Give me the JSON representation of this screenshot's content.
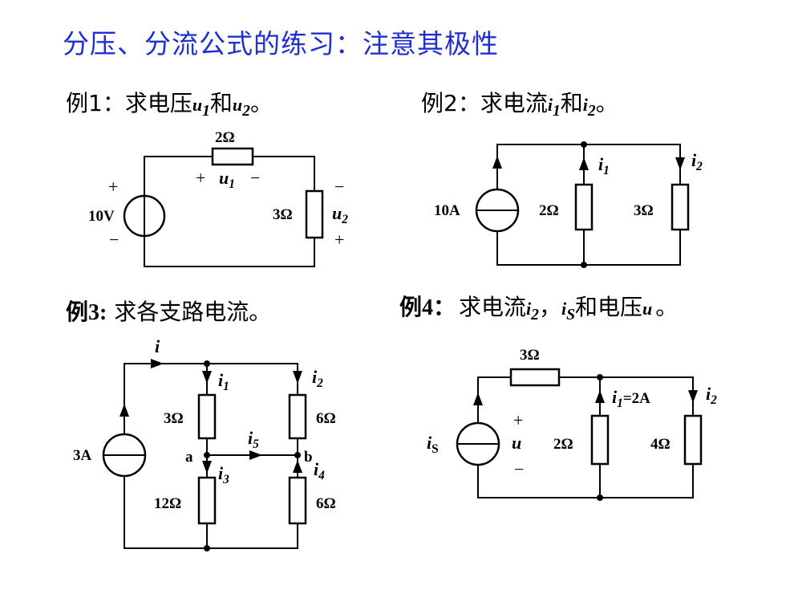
{
  "title": "分压、分流公式的练习：注意其极性",
  "examples": [
    {
      "id": "ex1",
      "heading": {
        "prefix": "例1：求电压",
        "v1": "u",
        "v1_sub": "1",
        "mid": "和",
        "v2": "u",
        "v2_sub": "2",
        "suffix": "。"
      },
      "source_label": "10V",
      "source_plus": "+",
      "source_minus": "−",
      "r_top": "2Ω",
      "r_top_plus": "+",
      "r_top_var": "u",
      "r_top_var_sub": "1",
      "r_top_minus": "−",
      "r_right": "3Ω",
      "r_right_minus": "−",
      "r_right_var": "u",
      "r_right_var_sub": "2",
      "r_right_plus": "+"
    },
    {
      "id": "ex2",
      "heading": {
        "prefix": "例2：求电流",
        "v1": "i",
        "v1_sub": "1",
        "mid": "和",
        "v2": "i",
        "v2_sub": "2",
        "suffix": "。"
      },
      "source_label": "10A",
      "r1": "2Ω",
      "r2": "3Ω",
      "i1": "i",
      "i1_sub": "1",
      "i2": "i",
      "i2_sub": "2"
    },
    {
      "id": "ex3",
      "heading": {
        "prefix": "例3:",
        "text": "求各支路电流。"
      },
      "source_label": "3A",
      "i": "i",
      "i1": "i",
      "i1_sub": "1",
      "i2": "i",
      "i2_sub": "2",
      "i3": "i",
      "i3_sub": "3",
      "i4": "i",
      "i4_sub": "4",
      "i5": "i",
      "i5_sub": "5",
      "node_a": "a",
      "node_b": "b",
      "r_3": "3Ω",
      "r_6top": "6Ω",
      "r_12": "12Ω",
      "r_6bottom": "6Ω"
    },
    {
      "id": "ex4",
      "heading": {
        "prefix": "例4：",
        "text": "求电流",
        "v1": "i",
        "v1_sub": "2",
        "comma": "，",
        "v2": "i",
        "v2_sub": "S",
        "mid": "和电压",
        "v3": "u",
        "suffix": "。"
      },
      "source_var": "i",
      "source_var_sub": "S",
      "u_plus": "+",
      "u": "u",
      "u_minus": "−",
      "r_top": "3Ω",
      "r_mid": "2Ω",
      "r_right": "4Ω",
      "i1_label": "i",
      "i1_sub": "1",
      "i1_value": "=2A",
      "i2": "i",
      "i2_sub": "2"
    }
  ]
}
